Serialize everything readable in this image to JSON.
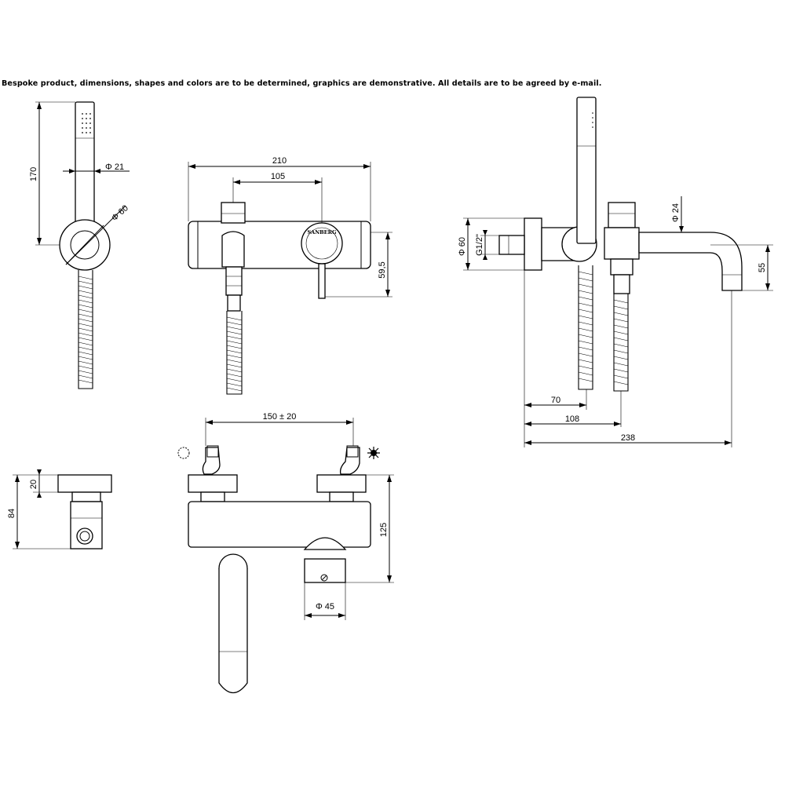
{
  "notice": "Bespoke product, dimensions, shapes and colors are to be determined, graphics are demonstrative. All details are to be agreed by e-mail.",
  "brand_mark": "SANBERG",
  "dimensions": {
    "handshower_height": "170",
    "handshower_diameter": "Φ 21",
    "wall_flange_diameter": "Φ 60",
    "body_width": "210",
    "handle_spacing": "105",
    "body_height": "59,5",
    "inlet_spacing": "150 ± 20",
    "body_depth_total": "125",
    "knob_diameter": "Φ 45",
    "flange_depth": "20",
    "bracket_depth": "84",
    "side_flange_diameter": "Φ 60",
    "thread": "G1/2\"",
    "spout_diameter": "Φ 24",
    "spout_drop": "55",
    "projection_70": "70",
    "projection_108": "108",
    "projection_238": "238"
  },
  "icons": [
    "cold-water-icon",
    "hot-water-icon"
  ]
}
